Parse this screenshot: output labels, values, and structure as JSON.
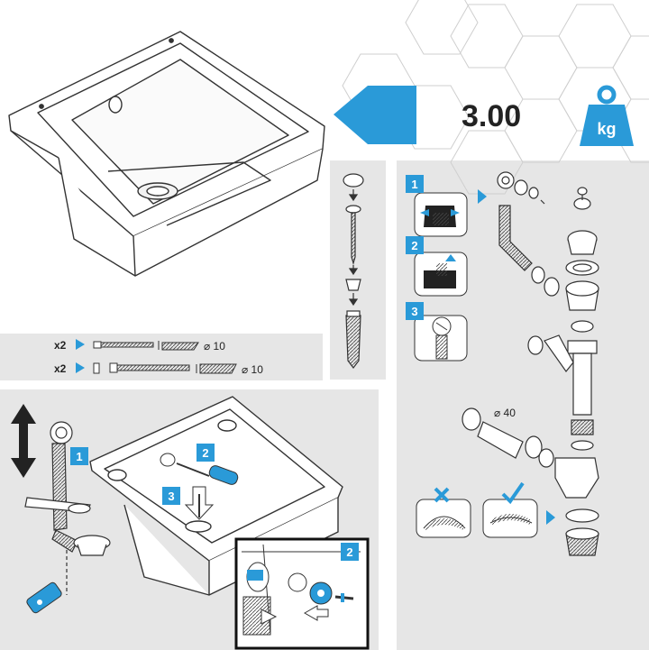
{
  "weight": {
    "value": "3.00",
    "unit": "kg"
  },
  "hardware": {
    "rows": [
      {
        "qty": "x2",
        "diameter": "⌀ 10"
      },
      {
        "qty": "x2",
        "diameter": "⌀ 10"
      }
    ]
  },
  "steps": {
    "squeeze": "1",
    "insert": "2",
    "tighten": "3"
  },
  "install": {
    "pipe": "1",
    "screw": "2",
    "drain": "3",
    "detail": "2"
  },
  "trap": {
    "diameter": "⌀ 40"
  },
  "colors": {
    "accent": "#2a9ad8",
    "panel": "#e6e6e6",
    "line": "#333333"
  }
}
